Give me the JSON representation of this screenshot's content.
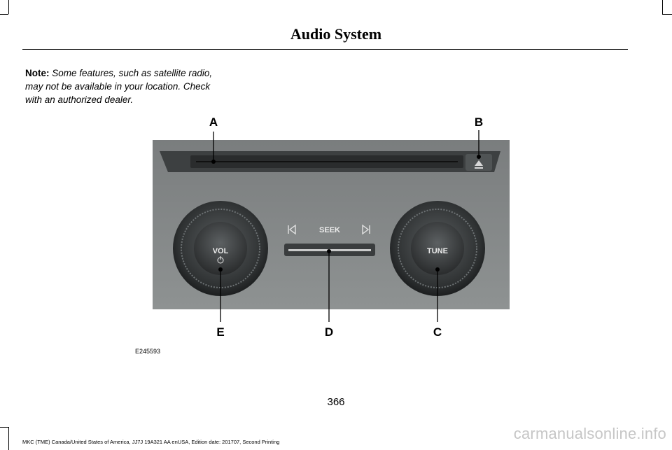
{
  "header": {
    "title": "Audio System"
  },
  "note": {
    "label": "Note:",
    "text": "Some features, such as satellite radio, may not be available in your location. Check with an authorized dealer."
  },
  "figure": {
    "callouts": {
      "a": "A",
      "b": "B",
      "c": "C",
      "d": "D",
      "e": "E"
    },
    "controls": {
      "seek": "SEEK",
      "vol": "VOL",
      "tune": "TUNE"
    },
    "image_id": "E245593"
  },
  "page_number": "366",
  "footer": "MKC (TME) Canada/United States of America, JJ7J 19A321 AA enUSA, Edition date: 201707, Second Printing",
  "watermark": "carmanualsonline.info"
}
